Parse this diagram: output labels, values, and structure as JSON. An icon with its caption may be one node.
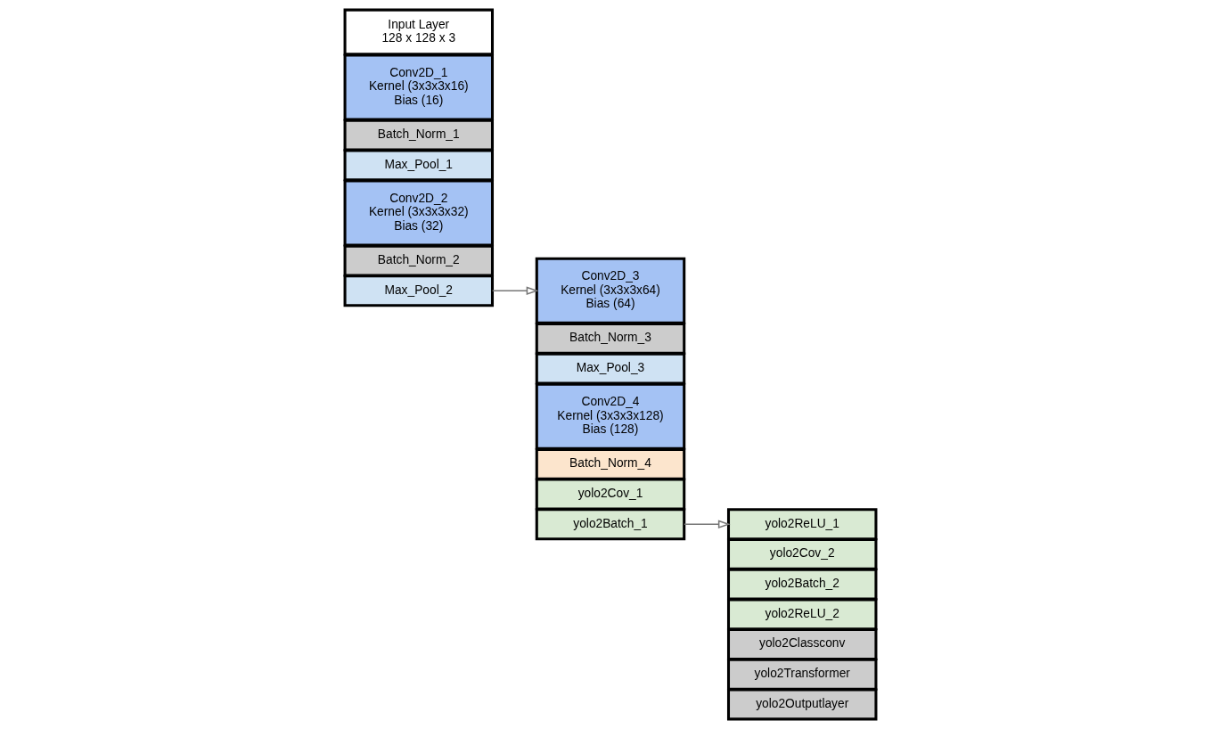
{
  "diagram": {
    "nodes": [
      {
        "text": [
          "Input Layer 128 x 128 x 3"
        ]
      },
      {
        "text": [
          "Conv2D_1 Kernel (3x3x3x16) Bias (16)"
        ]
      },
      {
        "text": [
          "Batch_Norm_1"
        ]
      },
      {
        "text": [
          "Max_Pool_1"
        ]
      },
      {
        "text": [
          "Conv2D_2 Kernel (3x3x3x32) Bias (32)"
        ]
      },
      {
        "text": [
          "Batch_Norm_2"
        ]
      },
      {
        "text": [
          "Max_Pool_2"
        ]
      },
      {
        "text": [
          "Conv2D_3 Kernel (3x3x3x64) Bias (64)"
        ]
      },
      {
        "text": [
          "Batch_Norm_3"
        ]
      },
      {
        "text": [
          "Max_Pool_3"
        ]
      },
      {
        "text": [
          "Conv2D_4 Kernel (3x3x3x128) Bias (128)"
        ]
      },
      {
        "text": [
          "Batch_Norm_4"
        ]
      },
      {
        "text": [
          "yolo2Cov_1"
        ]
      },
      {
        "text": [
          "yolo2Batch_1"
        ]
      },
      {
        "text": [
          "yolo2ReLU_1"
        ]
      },
      {
        "text": [
          "yolo2Cov_2"
        ]
      },
      {
        "text": [
          "yolo2Batch_2"
        ]
      },
      {
        "text": [
          "yolo2ReLU_2"
        ]
      },
      {
        "text": [
          "yolo2Classconv"
        ]
      },
      {
        "text": [
          "yolo2Transformer"
        ]
      },
      {
        "text": [
          "yolo2Outputlayer"
        ]
      }
    ],
    "edges": [
      {
        "from": 6,
        "to": 7,
        "arrow": "to"
      },
      {
        "from": 13,
        "to": 14,
        "arrow": "to"
      }
    ]
  }
}
